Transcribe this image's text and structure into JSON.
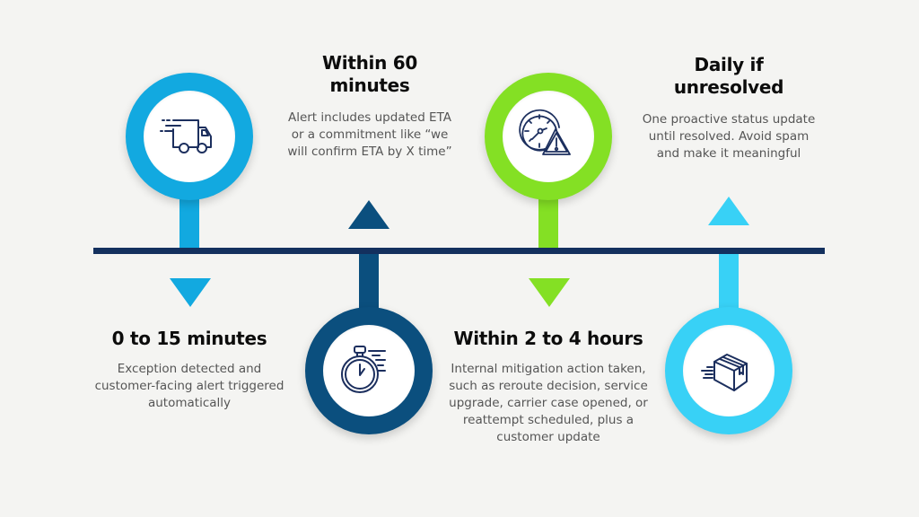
{
  "colors": {
    "background": "#f4f4f2",
    "timeline": "#13305e",
    "step1": "#12a9e0",
    "step2": "#0b4f7e",
    "step3": "#84e024",
    "step4": "#38d1f6",
    "icon_stroke": "#1c2f5e"
  },
  "steps": [
    {
      "heading": "0 to 15 minutes",
      "description": "Exception detected and customer-facing alert triggered automatically",
      "icon": "delivery-truck-icon",
      "position": "above-line",
      "arrow": "down"
    },
    {
      "heading": "Within 60 minutes",
      "description": "Alert includes updated ETA or a commitment like “we will confirm ETA by X time”",
      "icon": "stopwatch-icon",
      "position": "below-line",
      "arrow": "up"
    },
    {
      "heading": "Within 2 to 4 hours",
      "description": "Internal mitigation action taken, such as reroute decision, service upgrade, carrier case opened, or reattempt scheduled, plus a customer update",
      "icon": "clock-warning-icon",
      "position": "above-line",
      "arrow": "down"
    },
    {
      "heading": "Daily if unresolved",
      "description": "One proactive status update until resolved. Avoid spam and make it meaningful",
      "icon": "fast-package-icon",
      "position": "below-line",
      "arrow": "up"
    }
  ]
}
